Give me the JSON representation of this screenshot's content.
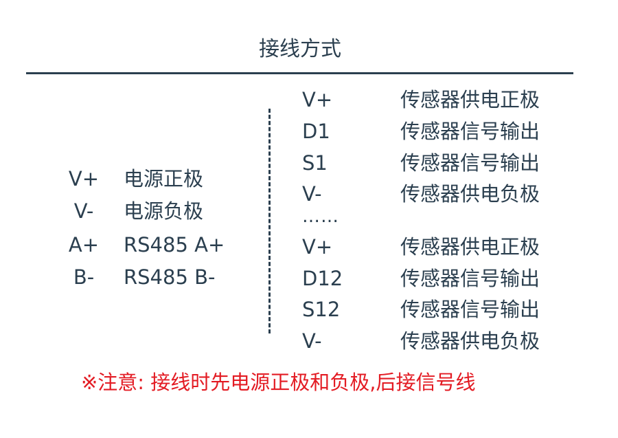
{
  "title": "接线方式",
  "colors": {
    "text": "#2b3f4f",
    "note": "#e31b23",
    "background": "#ffffff"
  },
  "left": [
    {
      "pin": "V+",
      "desc": "电源正极"
    },
    {
      "pin": "V-",
      "desc": "电源负极"
    },
    {
      "pin": "A+",
      "desc": "RS485 A+"
    },
    {
      "pin": "B-",
      "desc": "RS485 B-"
    }
  ],
  "right_top": [
    {
      "pin": "V+",
      "desc": "传感器供电正极"
    },
    {
      "pin": "D1",
      "desc": "传感器信号输出"
    },
    {
      "pin": "S1",
      "desc": "传感器信号输出"
    },
    {
      "pin": "V-",
      "desc": "传感器供电负极"
    }
  ],
  "ellipsis": "……",
  "right_bottom": [
    {
      "pin": "V+",
      "desc": "传感器供电正极"
    },
    {
      "pin": "D12",
      "desc": "传感器信号输出"
    },
    {
      "pin": "S12",
      "desc": "传感器信号输出"
    },
    {
      "pin": "V-",
      "desc": "传感器供电负极"
    }
  ],
  "note": "※注意: 接线时先电源正极和负极,后接信号线"
}
